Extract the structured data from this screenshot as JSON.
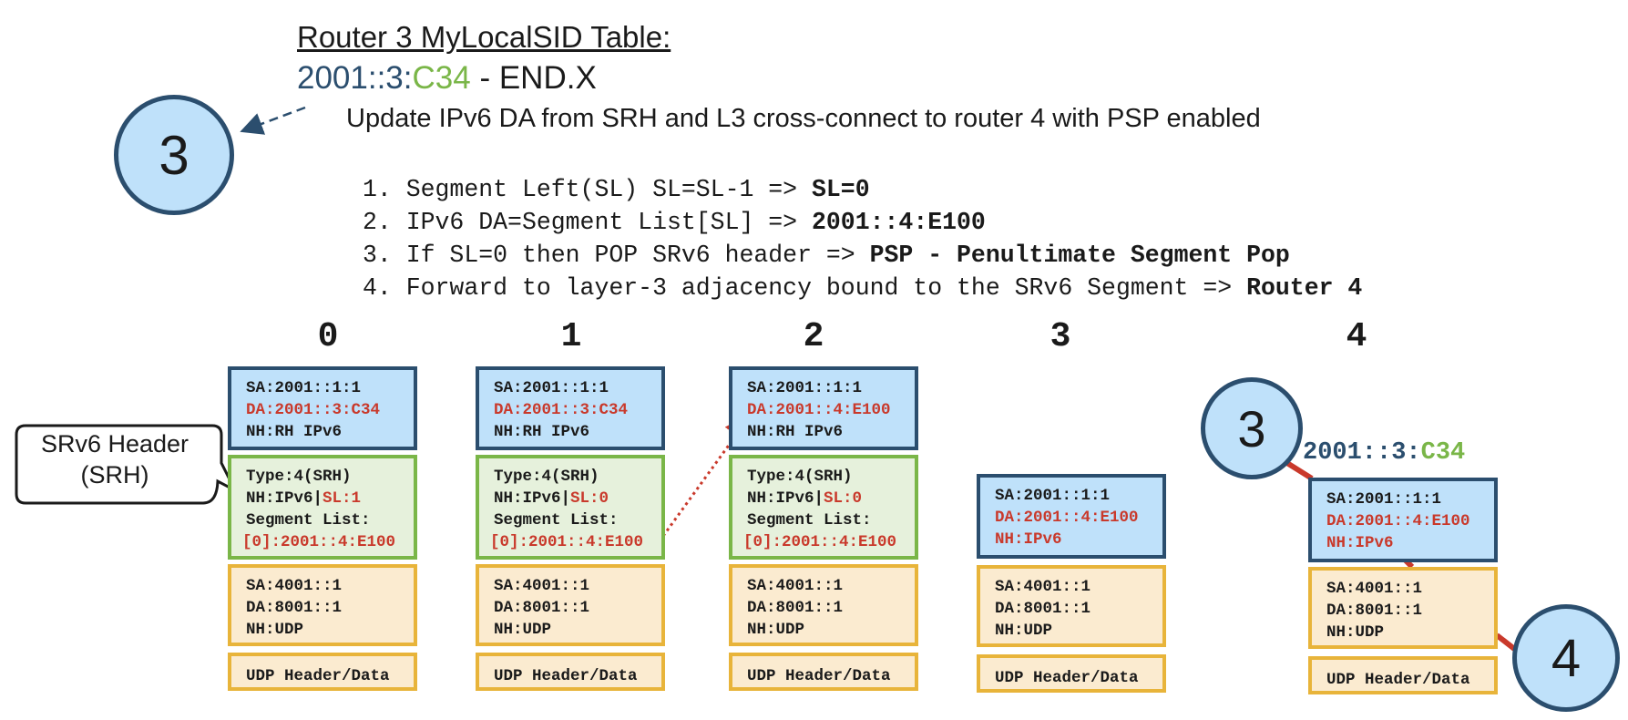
{
  "header": {
    "title": "Router 3 MyLocalSID Table:",
    "sid_prefix": "2001::3:",
    "sid_function": "C34",
    "sid_suffix": " - END.X",
    "description": "Update IPv6 DA from SRH and L3 cross-connect to router 4 with PSP enabled"
  },
  "steps": [
    {
      "num": "1.",
      "text": "Segment Left(SL) SL=SL-1 => ",
      "bold": "SL=0"
    },
    {
      "num": "2.",
      "text": "IPv6 DA=Segment List[SL] => ",
      "bold": "2001::4:E100"
    },
    {
      "num": "3.",
      "text": "If SL=0 then POP SRv6 header => ",
      "bold": "PSP - Penultimate Segment Pop"
    },
    {
      "num": "4.",
      "text": "Forward to layer-3 adjacency bound to the SRv6 Segment => ",
      "bold": "Router 4"
    }
  ],
  "router_top": "3",
  "callout": "SRv6 Header (SRH)",
  "columns": [
    {
      "label": "0",
      "ipv6": [
        "SA:2001::1:1",
        "DA:2001::3:C34",
        "NH:RH IPv6"
      ],
      "srh": {
        "type": "Type:4(SRH)",
        "nh": "NH:IPv6|",
        "sl": "SL:1",
        "seglist": "Segment List:",
        "entry": "[0]:2001::4:E100"
      },
      "ip4": [
        "SA:4001::1",
        "DA:8001::1",
        "NH:UDP"
      ],
      "udp": "UDP Header/Data"
    },
    {
      "label": "1",
      "ipv6": [
        "SA:2001::1:1",
        "DA:2001::3:C34",
        "NH:RH IPv6"
      ],
      "srh": {
        "type": "Type:4(SRH)",
        "nh": "NH:IPv6|",
        "sl": "SL:0",
        "seglist": "Segment List:",
        "entry": "[0]:2001::4:E100"
      },
      "ip4": [
        "SA:4001::1",
        "DA:8001::1",
        "NH:UDP"
      ],
      "udp": "UDP Header/Data"
    },
    {
      "label": "2",
      "ipv6": [
        "SA:2001::1:1",
        "DA:2001::4:E100",
        "NH:RH IPv6"
      ],
      "srh": {
        "type": "Type:4(SRH)",
        "nh": "NH:IPv6|",
        "sl": "SL:0",
        "seglist": "Segment List:",
        "entry": "[0]:2001::4:E100"
      },
      "ip4": [
        "SA:4001::1",
        "DA:8001::1",
        "NH:UDP"
      ],
      "udp": "UDP Header/Data"
    },
    {
      "label": "3",
      "ipv6": [
        "SA:2001::1:1",
        "DA:2001::4:E100",
        "NH:IPv6"
      ],
      "ip4": [
        "SA:4001::1",
        "DA:8001::1",
        "NH:UDP"
      ],
      "udp": "UDP Header/Data"
    },
    {
      "label": "4",
      "ipv6": [
        "SA:2001::1:1",
        "DA:2001::4:E100",
        "NH:IPv6"
      ],
      "ip4": [
        "SA:4001::1",
        "DA:8001::1",
        "NH:UDP"
      ],
      "udp": "UDP Header/Data"
    }
  ],
  "col4": {
    "router_a": "3",
    "router_b": "4",
    "sid_prefix": "2001::3:",
    "sid_function": "C34"
  },
  "colors": {
    "ipv6_fill": "#bfe1fa",
    "ipv6_border": "#2b4e6e",
    "srh_fill": "#e6f1dc",
    "srh_border": "#7ab648",
    "payload_fill": "#fbebd0",
    "payload_border": "#e8b43a",
    "highlight_red": "#c9392b",
    "link_red": "#c9392b"
  }
}
